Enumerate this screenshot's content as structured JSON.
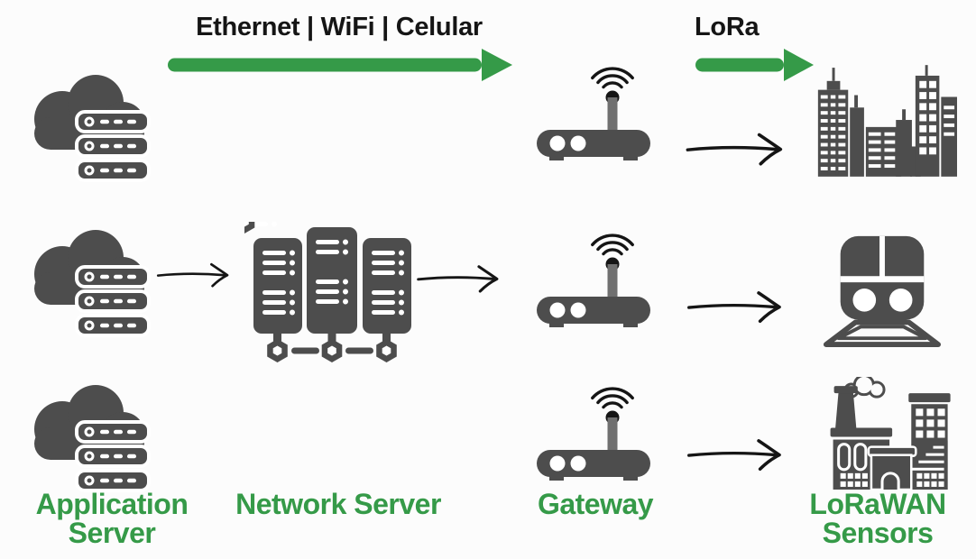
{
  "colors": {
    "bg": "#fcfcfc",
    "gray": "#4d4d4d",
    "green": "#359a48",
    "ink": "#151515",
    "antenna": "#707070"
  },
  "flows": {
    "uplink": {
      "label": "Ethernet | WiFi | Celular",
      "arrow_icon": "green-block-arrow",
      "from": "Application Server",
      "to": "Gateway"
    },
    "lora": {
      "label": "LoRa",
      "arrow_icon": "green-block-arrow",
      "from": "Gateway",
      "to": "LoRaWAN Sensors"
    }
  },
  "columns": [
    {
      "label": "Application Server",
      "icon": "cloud-server-icon",
      "count": 3
    },
    {
      "label": "Network Server",
      "icon": "server-rack-icon",
      "count": 1
    },
    {
      "label": "Gateway",
      "icon": "wifi-router-icon",
      "count": 3
    },
    {
      "label": "LoRaWAN Sensors",
      "icons": [
        "city-buildings-icon",
        "train-icon",
        "factory-icon"
      ]
    }
  ],
  "connections": [
    {
      "from": "application-server-row2",
      "to": "network-server",
      "icon": "hand-drawn-arrow"
    },
    {
      "from": "network-server",
      "to": "gateway-row2",
      "icon": "hand-drawn-arrow"
    },
    {
      "from": "gateway-row1",
      "to": "city-buildings",
      "icon": "hand-drawn-arrow"
    },
    {
      "from": "gateway-row2",
      "to": "train",
      "icon": "hand-drawn-arrow"
    },
    {
      "from": "gateway-row3",
      "to": "factory",
      "icon": "hand-drawn-arrow"
    }
  ]
}
